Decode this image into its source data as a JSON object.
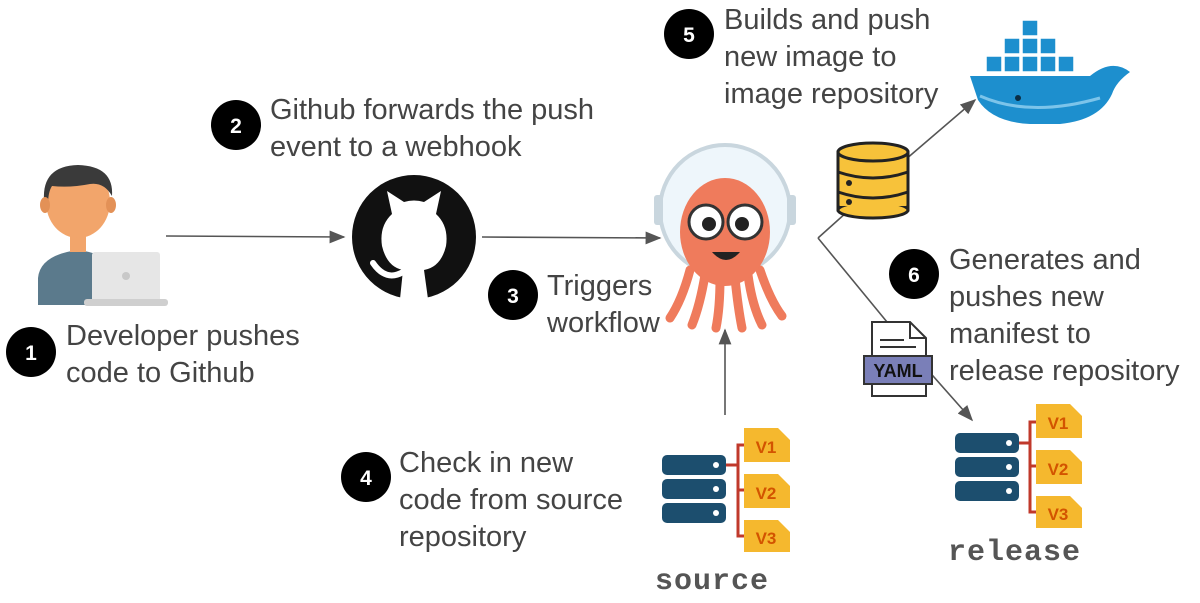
{
  "steps": [
    {
      "number": "1",
      "lines": [
        "Developer pushes",
        "code to Github"
      ]
    },
    {
      "number": "2",
      "lines": [
        "Github forwards the push",
        "event to a webhook"
      ]
    },
    {
      "number": "3",
      "lines": [
        "Triggers",
        "workflow"
      ]
    },
    {
      "number": "4",
      "lines": [
        "Check in new",
        "code from source",
        "repository"
      ]
    },
    {
      "number": "5",
      "lines": [
        "Builds and push",
        "new image to",
        "image repository"
      ]
    },
    {
      "number": "6",
      "lines": [
        "Generates  and",
        "pushes new",
        "manifest to",
        "release repository"
      ]
    }
  ],
  "repos": {
    "source": {
      "label": "source",
      "versions": [
        "V1",
        "V2",
        "V3"
      ]
    },
    "release": {
      "label": "release",
      "versions": [
        "V1",
        "V2",
        "V3"
      ]
    }
  },
  "manifest_file": {
    "label": "YAML"
  },
  "colors": {
    "text": "#444444",
    "badge": "#000000",
    "arrow": "#555555",
    "server": "#1c4e6e",
    "version_tag": "#f5b82e",
    "version_text": "#d35400",
    "branch_line": "#c0392b",
    "octopus": "#ef7b5c",
    "docker": "#1d8fce",
    "database": "#f7c23a",
    "yaml_tag": "#7a7fb8"
  }
}
